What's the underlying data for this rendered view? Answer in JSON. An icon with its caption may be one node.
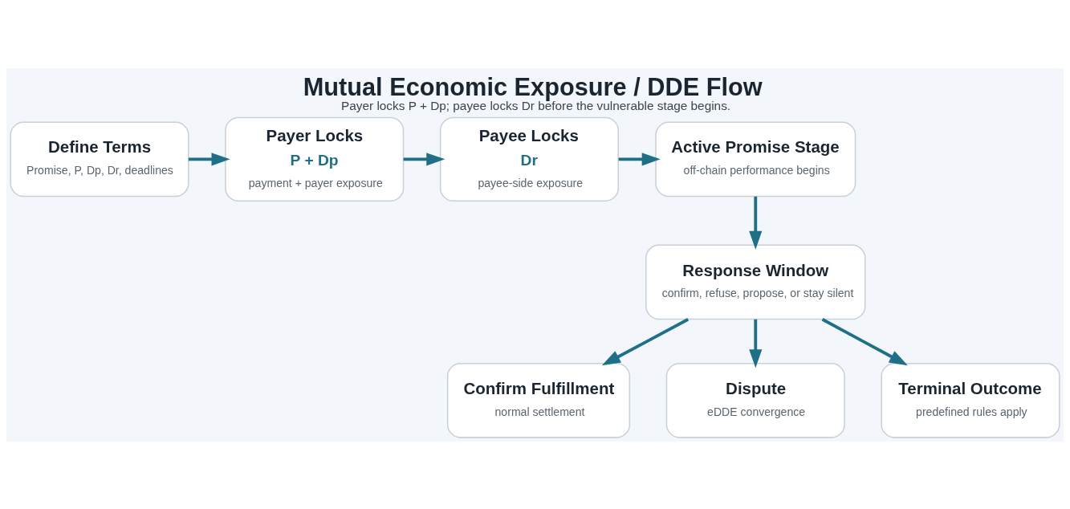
{
  "diagram": {
    "title": "Mutual Economic Exposure / DDE Flow",
    "caption": "Payer locks P + Dp; payee locks Dr before the vulnerable stage begins.",
    "nodes": [
      {
        "text": [
          "Define Terms",
          "Promise, P, Dp, Dr, deadlines"
        ]
      },
      {
        "text": [
          "Payer Locks",
          "P + Dp",
          "payment + payer exposure"
        ]
      },
      {
        "text": [
          "Payee Locks",
          "Dr",
          "payee-side exposure"
        ]
      },
      {
        "text": [
          "Active Promise Stage",
          "off-chain performance begins"
        ]
      },
      {
        "text": [
          "Response Window",
          "confirm, refuse, propose, or stay silent"
        ]
      },
      {
        "text": [
          "Confirm Fulfillment",
          "normal settlement"
        ]
      },
      {
        "text": [
          "Dispute",
          "eDDE convergence"
        ]
      },
      {
        "text": [
          "Terminal Outcome",
          "predefined rules apply"
        ]
      }
    ],
    "edges": [
      {
        "from": 0,
        "to": 1,
        "arrow": "to"
      },
      {
        "from": 1,
        "to": 2,
        "arrow": "to"
      },
      {
        "from": 2,
        "to": 3,
        "arrow": "to"
      },
      {
        "from": 3,
        "to": 4,
        "arrow": "to"
      },
      {
        "from": 4,
        "to": 5,
        "arrow": "to"
      },
      {
        "from": 4,
        "to": 6,
        "arrow": "to"
      },
      {
        "from": 4,
        "to": 7,
        "arrow": "to"
      }
    ]
  }
}
